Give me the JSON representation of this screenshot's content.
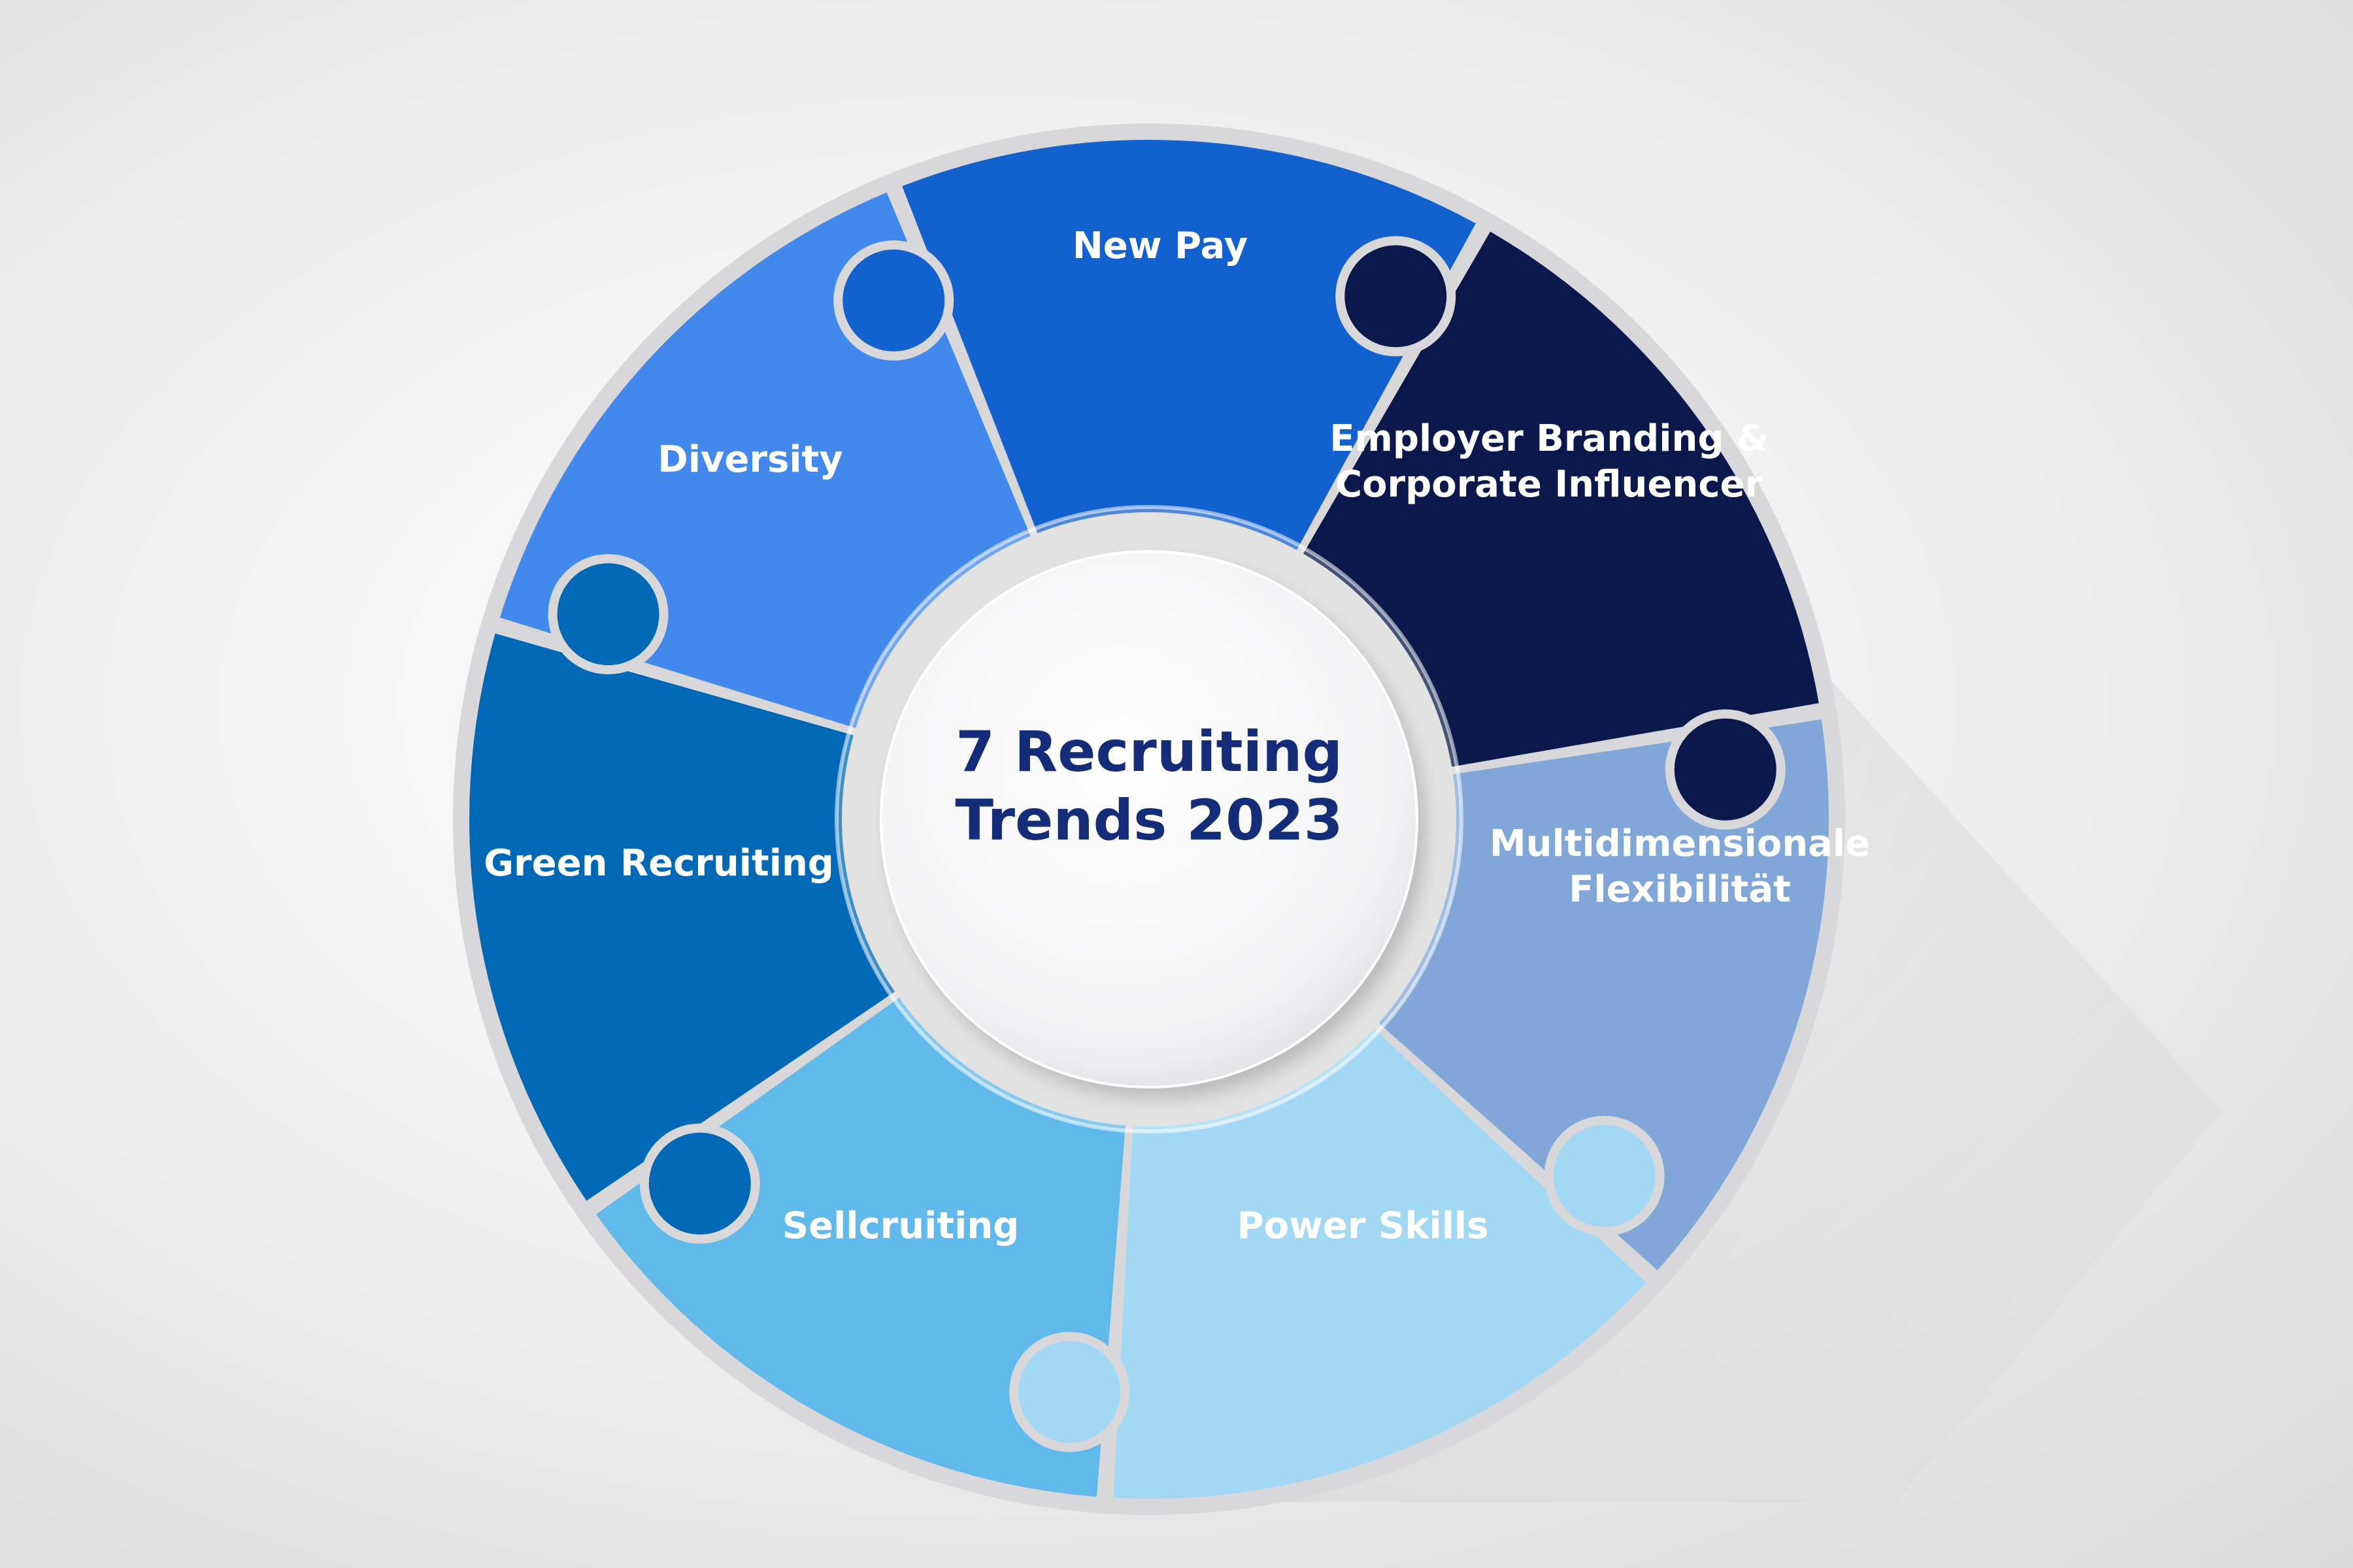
{
  "diagram": {
    "center": {
      "line1": "7 Recruiting",
      "line2": "Trends 2023"
    },
    "segments": [
      {
        "id": "new-pay",
        "color": "#1360cf",
        "label": [
          "New Pay"
        ]
      },
      {
        "id": "employer-branding",
        "color": "#0a184b",
        "label": [
          "Employer Branding &",
          "Corporate Influencer"
        ]
      },
      {
        "id": "multidimensionale-flexibilitaet",
        "color": "#80a7d8",
        "label": [
          "Multidimensionale",
          "Flexibilität"
        ]
      },
      {
        "id": "power-skills",
        "color": "#a2d8f3",
        "label": [
          "Power Skills"
        ]
      },
      {
        "id": "sellcruiting",
        "color": "#61b8ea",
        "label": [
          "Sellcruiting"
        ]
      },
      {
        "id": "green-recruiting",
        "color": "#0068b4",
        "label": [
          "Green Recruiting"
        ]
      },
      {
        "id": "diversity",
        "color": "#4389ec",
        "label": [
          "Diversity"
        ]
      }
    ],
    "gap_color": "#d8d8da",
    "center_fill": "#ffffff",
    "title_color": "#152d78"
  }
}
